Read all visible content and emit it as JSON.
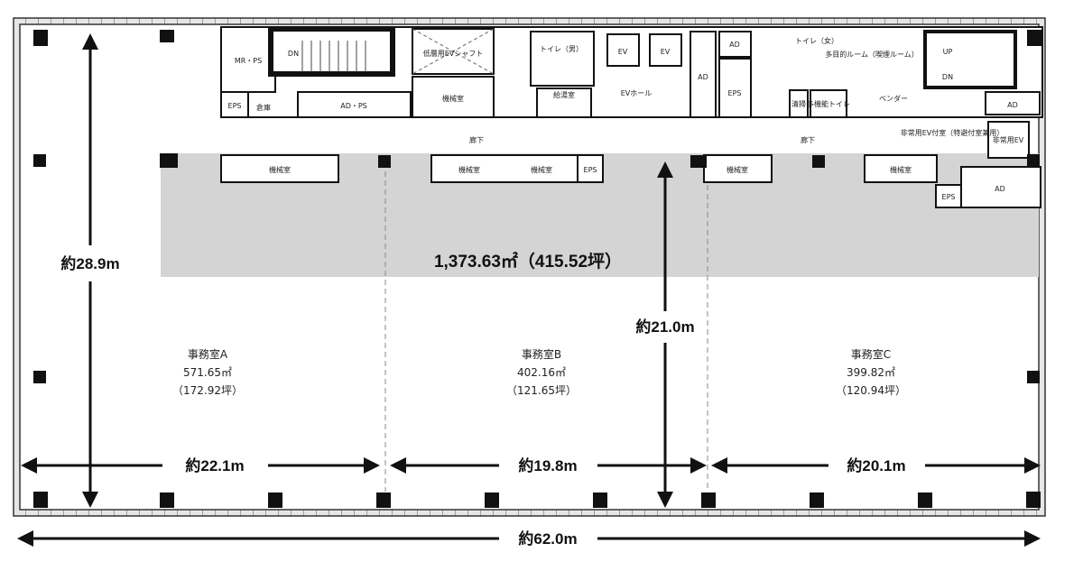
{
  "plan": {
    "total_area": "1,373.63㎡（415.52坪）",
    "dimensions": {
      "depth_total": "約28.9m",
      "depth_office": "約21.0m",
      "width_a": "約22.1m",
      "width_b": "約19.8m",
      "width_c": "約20.1m",
      "width_total": "約62.0m"
    },
    "offices": [
      {
        "name": "事務室A",
        "area_m2": "571.65㎡",
        "area_tsubo": "（172.92坪）"
      },
      {
        "name": "事務室B",
        "area_m2": "402.16㎡",
        "area_tsubo": "（121.65坪）"
      },
      {
        "name": "事務室C",
        "area_m2": "399.82㎡",
        "area_tsubo": "（120.94坪）"
      }
    ],
    "core_labels": {
      "mr_ps": "MR・PS",
      "dn": "DN",
      "up": "UP",
      "eps": "EPS",
      "storage": "倉庫",
      "ad_ps": "AD・PS",
      "ad": "AD",
      "machine_room": "機械室",
      "ev_shaft": "低層用EVシャフト",
      "toilet_m": "トイレ（男）",
      "toilet_f": "トイレ（女）",
      "kitchen": "給湯室",
      "ev": "EV",
      "ev_hall": "EVホール",
      "corridor": "廊下",
      "multi_room": "多目的ルーム（喫煙ルーム）",
      "accessible_toilet": "多機能トイレ",
      "vendor": "ベンダー",
      "emergency_lobby": "非常用EV付室（特避付室兼用）",
      "emergency_ev": "非常用EV",
      "cleaning": "清掃"
    },
    "colors": {
      "shaded_zone": "#d4d4d4",
      "wall": "#111111"
    }
  }
}
